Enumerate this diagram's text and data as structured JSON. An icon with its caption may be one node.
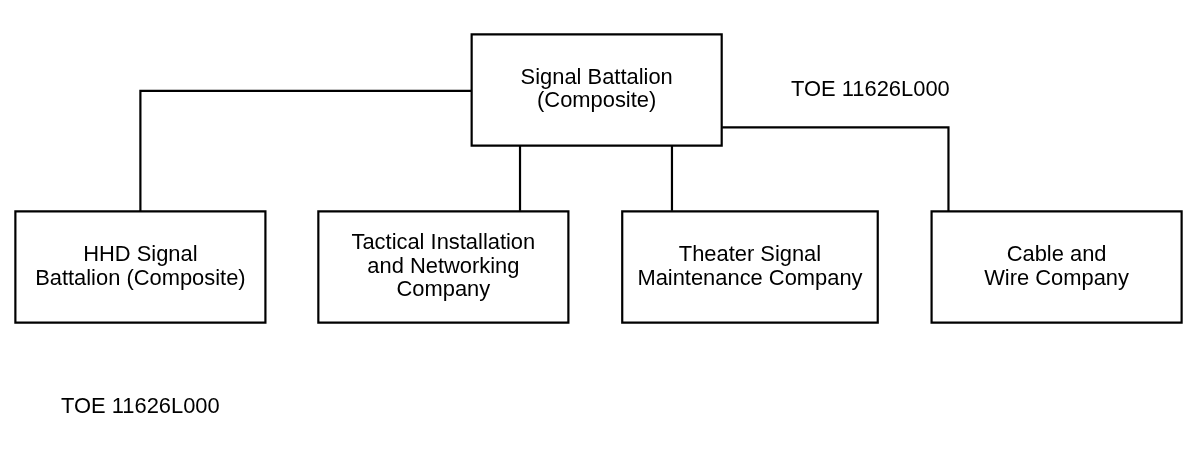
{
  "diagram": {
    "nodes": [
      {
        "text": [
          "Signal Battalion (Composite)"
        ],
        "beside": [
          "TOE 11626L000"
        ]
      },
      {
        "text": [
          "HHD Signal Battalion (Composite)"
        ],
        "beside": [
          "TOE 11626L000"
        ]
      },
      {
        "text": [
          "Tactical Installation and Networking Company"
        ]
      },
      {
        "text": [
          "Theater Signal Maintenance Company"
        ]
      },
      {
        "text": [
          "Cable and Wire Company"
        ]
      }
    ],
    "edges": [
      {
        "from": 0,
        "to": 1,
        "arrow": "none"
      },
      {
        "from": 0,
        "to": 2,
        "arrow": "none"
      },
      {
        "from": 0,
        "to": 3,
        "arrow": "none"
      },
      {
        "from": 0,
        "to": 4,
        "arrow": "none"
      }
    ]
  }
}
